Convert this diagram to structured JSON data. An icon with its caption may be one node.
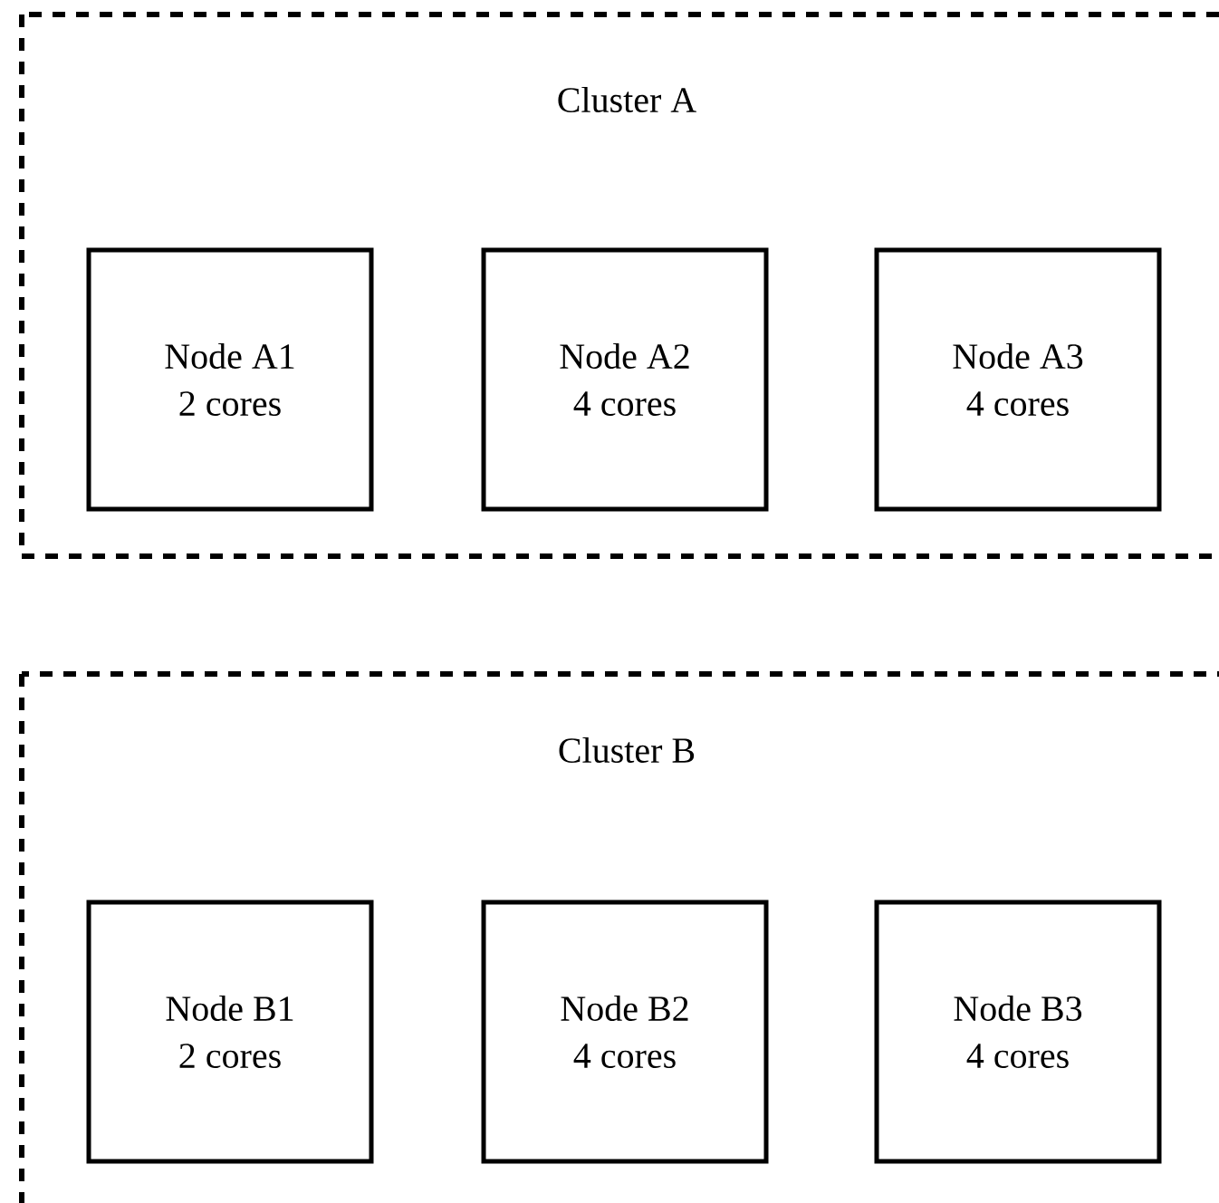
{
  "diagram": {
    "nodes": [
      {
        "text": [
          "Cluster A"
        ]
      },
      {
        "text": [
          "Node A1",
          "2 cores"
        ],
        "in": 0
      },
      {
        "text": [
          "Node A2",
          "4 cores"
        ],
        "in": 0
      },
      {
        "text": [
          "Node A3",
          "4 cores"
        ],
        "in": 0
      },
      {
        "text": [
          "Cluster B"
        ]
      },
      {
        "text": [
          "Node B1",
          "2 cores"
        ],
        "in": 4
      },
      {
        "text": [
          "Node B2",
          "4 cores"
        ],
        "in": 4
      },
      {
        "text": [
          "Node B3",
          "4 cores"
        ],
        "in": 4
      }
    ]
  }
}
